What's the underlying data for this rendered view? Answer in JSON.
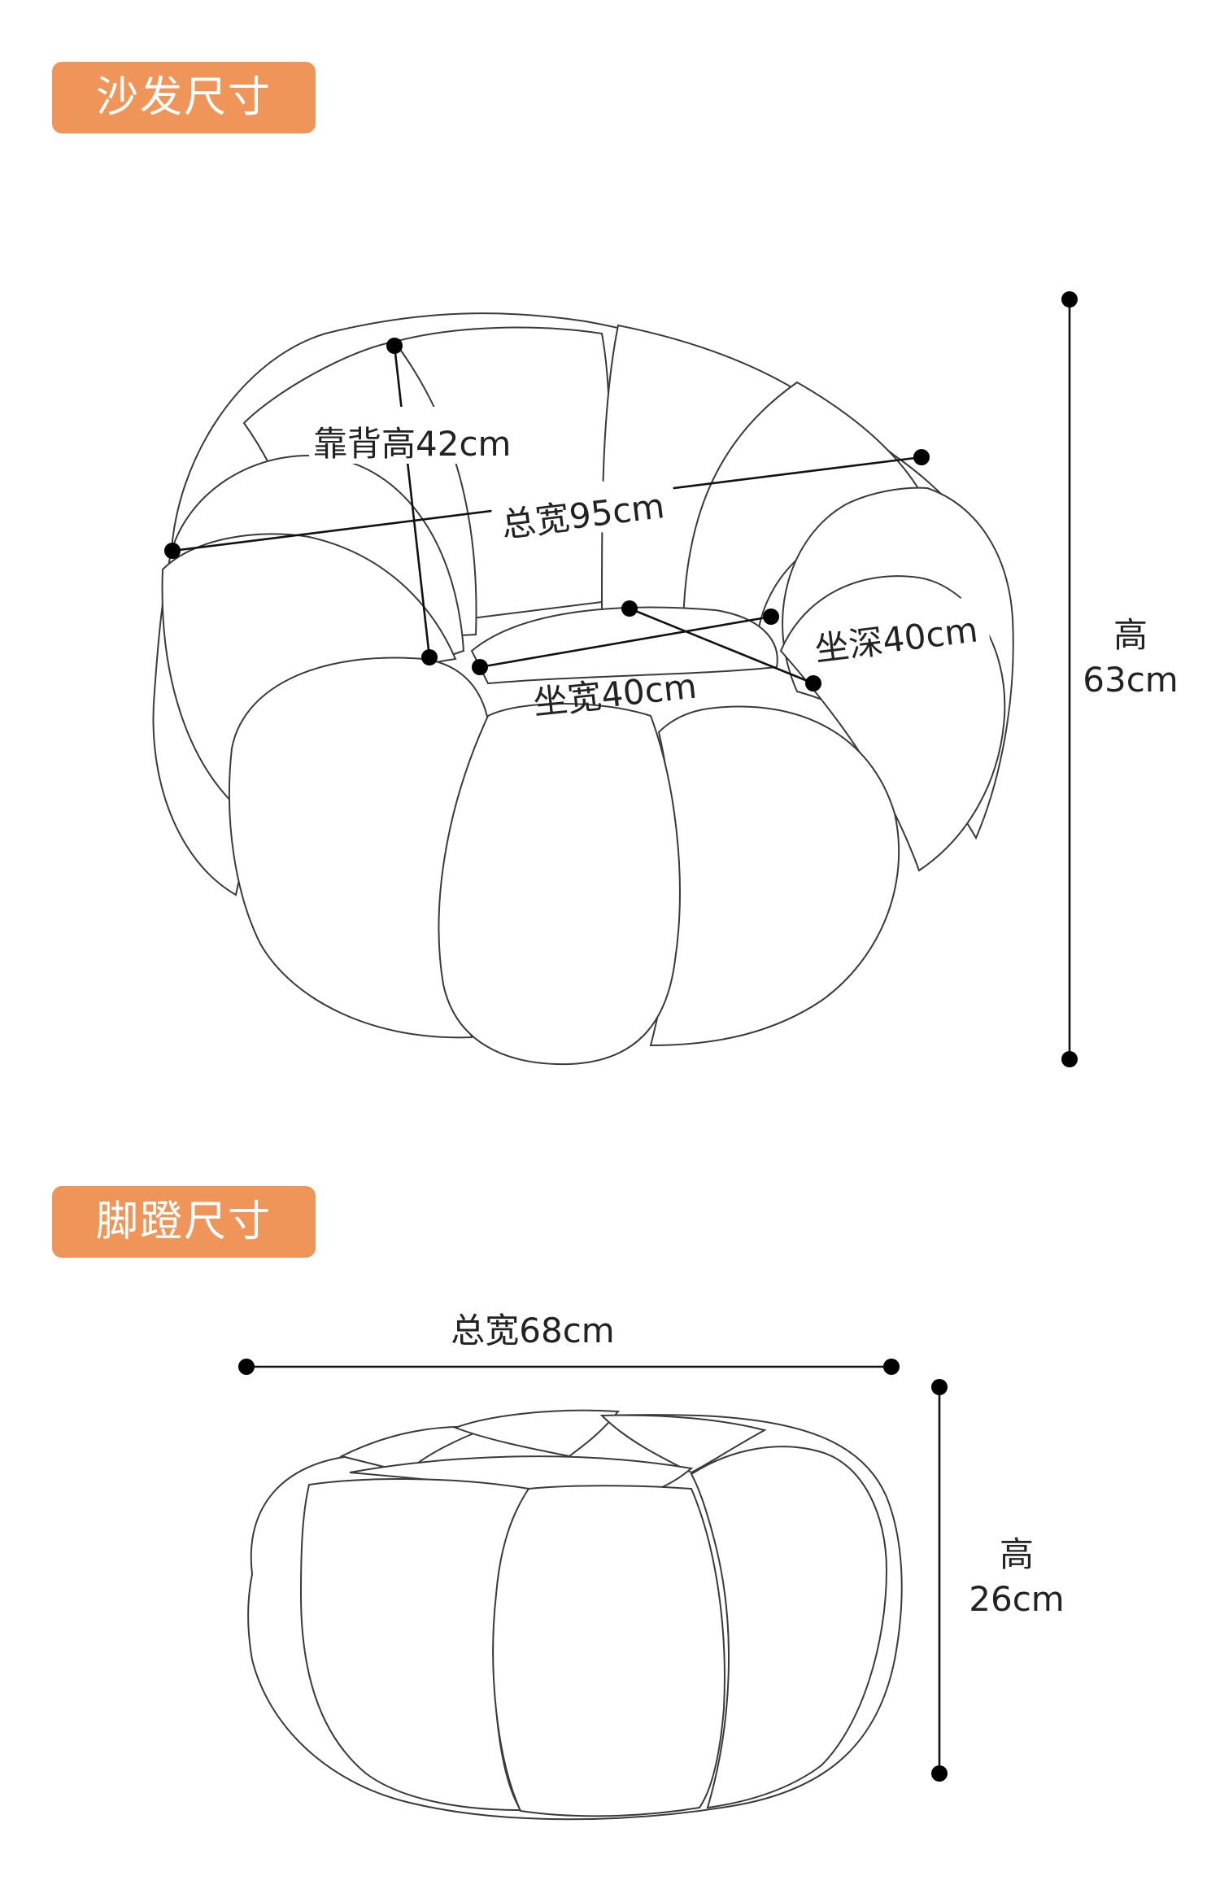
{
  "sofa": {
    "section_title": "沙发尺寸",
    "dimensions": {
      "back_height": "靠背高42cm",
      "total_width": "总宽95cm",
      "seat_width": "坐宽40cm",
      "seat_depth": "坐深40cm",
      "height_word": "高",
      "height_value": "63cm"
    }
  },
  "ottoman": {
    "section_title": "脚蹬尺寸",
    "dimensions": {
      "total_width": "总宽68cm",
      "height_word": "高",
      "height_value": "26cm"
    }
  },
  "colors": {
    "accent": "#f0955a",
    "line": "#111111",
    "outline": "#3a3a3a"
  }
}
